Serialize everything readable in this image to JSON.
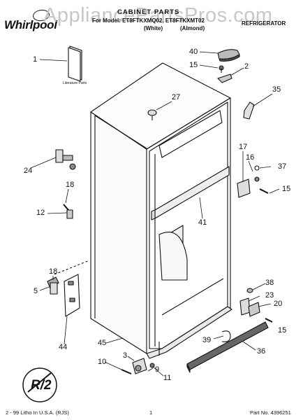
{
  "header": {
    "brand": "Whirlpool",
    "watermark": "AppliancePartsPros.com",
    "title": "CABINET PARTS",
    "model_line": "For Model: ET8FTKXMQ02, ET8FTKXMT02",
    "color_line_1": "(White)",
    "color_line_2": "(Almond)",
    "category": "REFRIGERATOR"
  },
  "literature_label": "Literature Parts",
  "logo_text": "R/2",
  "callouts": [
    {
      "id": "c1",
      "text": "1"
    },
    {
      "id": "c40",
      "text": "40"
    },
    {
      "id": "c15a",
      "text": "15"
    },
    {
      "id": "c2",
      "text": "2"
    },
    {
      "id": "c35",
      "text": "35"
    },
    {
      "id": "c27",
      "text": "27"
    },
    {
      "id": "c24",
      "text": "24"
    },
    {
      "id": "c17",
      "text": "17"
    },
    {
      "id": "c16",
      "text": "16"
    },
    {
      "id": "c37",
      "text": "37"
    },
    {
      "id": "c15b",
      "text": "15"
    },
    {
      "id": "c18a",
      "text": "18"
    },
    {
      "id": "c12",
      "text": "12"
    },
    {
      "id": "c41",
      "text": "41"
    },
    {
      "id": "c18b",
      "text": "18"
    },
    {
      "id": "c5",
      "text": "5"
    },
    {
      "id": "c38",
      "text": "38"
    },
    {
      "id": "c23",
      "text": "23"
    },
    {
      "id": "c20",
      "text": "20"
    },
    {
      "id": "c15c",
      "text": "15"
    },
    {
      "id": "c44",
      "text": "44"
    },
    {
      "id": "c39",
      "text": "39"
    },
    {
      "id": "c36",
      "text": "36"
    },
    {
      "id": "c45",
      "text": "45"
    },
    {
      "id": "c3",
      "text": "3"
    },
    {
      "id": "c10",
      "text": "10"
    },
    {
      "id": "c9",
      "text": "9"
    },
    {
      "id": "c11",
      "text": "11"
    }
  ],
  "footer": {
    "litho": "2 - 99 Litho In U.S.A. (RJS)",
    "page_number": "1",
    "part_number": "Part No. 4396251"
  }
}
